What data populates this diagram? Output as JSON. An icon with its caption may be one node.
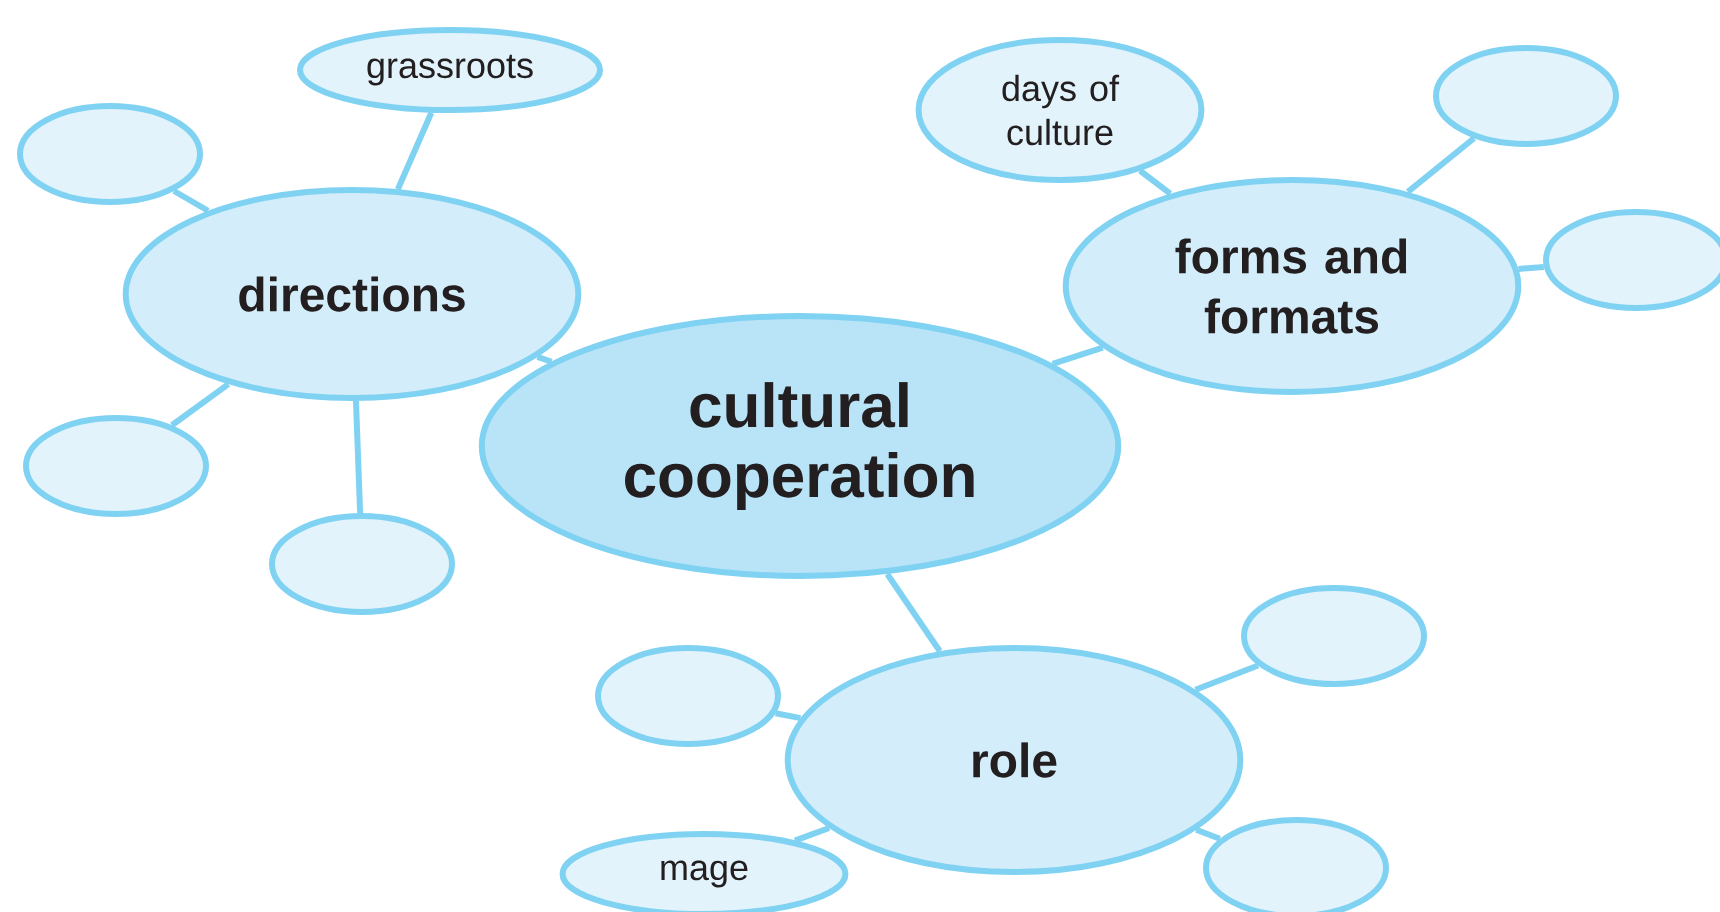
{
  "diagram": {
    "nodes": [
      {
        "text": [
          "cultural cooperation"
        ]
      },
      {
        "text": [
          "directions"
        ]
      },
      {
        "text": [
          "grassroots"
        ]
      },
      {
        "text": [],
        "shape": "ellipse"
      },
      {
        "text": [],
        "shape": "ellipse"
      },
      {
        "text": [],
        "shape": "ellipse"
      },
      {
        "text": [
          "forms and formats"
        ]
      },
      {
        "text": [
          "days of culture"
        ]
      },
      {
        "text": [],
        "shape": "ellipse"
      },
      {
        "text": [],
        "shape": "ellipse"
      },
      {
        "text": [
          "role"
        ]
      },
      {
        "text": [],
        "shape": "ellipse"
      },
      {
        "text": [],
        "shape": "ellipse"
      },
      {
        "text": [
          "mage"
        ]
      },
      {
        "text": [],
        "shape": "ellipse"
      }
    ],
    "edges": [
      {
        "from": 0,
        "to": 1,
        "arrow": "none"
      },
      {
        "from": 0,
        "to": 6,
        "arrow": "none"
      },
      {
        "from": 0,
        "to": 10,
        "arrow": "none"
      },
      {
        "from": 1,
        "to": 2,
        "arrow": "none"
      },
      {
        "from": 1,
        "to": 3,
        "arrow": "none"
      },
      {
        "from": 1,
        "to": 4,
        "arrow": "none"
      },
      {
        "from": 1,
        "to": 5,
        "arrow": "none"
      },
      {
        "from": 6,
        "to": 7,
        "arrow": "none"
      },
      {
        "from": 6,
        "to": 8,
        "arrow": "none"
      },
      {
        "from": 6,
        "to": 9,
        "arrow": "none"
      },
      {
        "from": 10,
        "to": 11,
        "arrow": "none"
      },
      {
        "from": 10,
        "to": 12,
        "arrow": "none"
      },
      {
        "from": 10,
        "to": 13,
        "arrow": "none"
      },
      {
        "from": 10,
        "to": 14,
        "arrow": "none"
      }
    ]
  }
}
